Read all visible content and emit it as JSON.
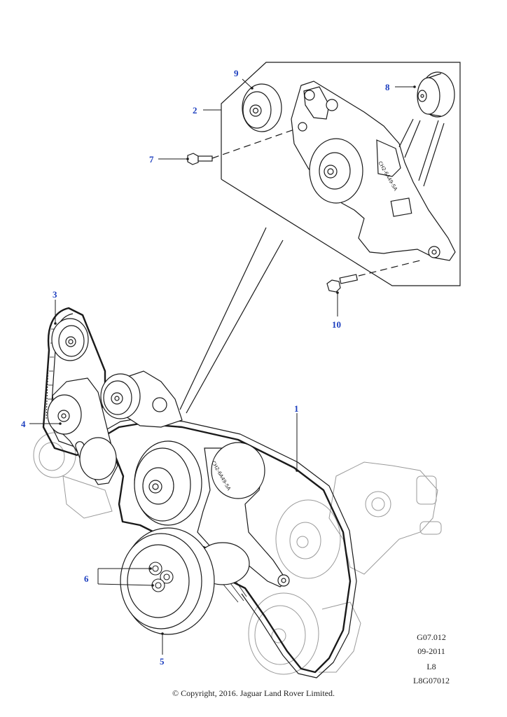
{
  "callouts": {
    "c1": "1",
    "c2": "2",
    "c3": "3",
    "c4": "4",
    "c5": "5",
    "c6": "6",
    "c7": "7",
    "c8": "8",
    "c9": "9",
    "c10": "10"
  },
  "drawing_meta": {
    "figure_code": "G07.012",
    "date": "09-2011",
    "model": "L8",
    "drawing_id": "L8G07012"
  },
  "copyright": "© Copyright, 2016. Jaguar Land Rover Limited.",
  "colors": {
    "callout_text": "#1d3fbf",
    "line_art": "#1a1a1a",
    "faded_part": "#9a9a9a"
  }
}
